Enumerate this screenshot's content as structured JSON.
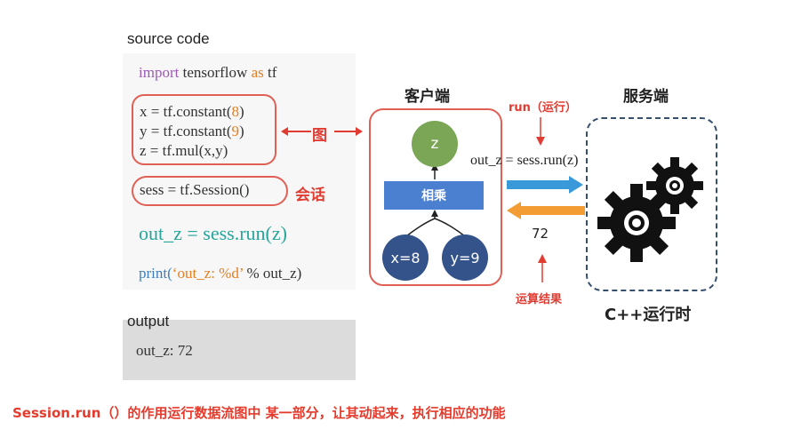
{
  "source": {
    "title": "source code",
    "import_kw": "import",
    "import_mod": "tensorflow",
    "as_kw": "as",
    "alias": "tf",
    "x_pre": "x = tf.constant(",
    "x_num": "8",
    "y_pre": "y = tf.constant(",
    "y_num": "9",
    "close": ")",
    "z_line": "z = tf.mul(x,y)",
    "sess_line": "sess = tf.Session()",
    "run_line": "out_z = sess.run(z)",
    "print_fn": "print(",
    "print_str": "‘out_z: %d’",
    "print_rest": " % out_z)"
  },
  "labels": {
    "graph": "图",
    "session": "会话",
    "client": "客户端",
    "server": "服务端",
    "run_label": "run（运行）",
    "call": "out_z = sess.run(z)",
    "result_value": "72",
    "result_label": "运算结果",
    "runtime": "C++运行时"
  },
  "graph_nodes": {
    "z": "z",
    "mul": "相乘",
    "x": "x=8",
    "y": "y=9"
  },
  "output": {
    "title": "output",
    "value": "out_z: 72"
  },
  "caption": "Session.run（）的作用运行数据流图中 某一部分，让其动起来，执行相应的功能",
  "colors": {
    "red": "#e03c31",
    "teal": "#26a69a",
    "green_node": "#7aa655",
    "blue_node": "#34538a",
    "mul_box": "#4b7fcf",
    "arrow_blue": "#3a9ad9",
    "arrow_orange": "#f39c34"
  },
  "icons": [
    "gear-icon",
    "gear-icon"
  ]
}
